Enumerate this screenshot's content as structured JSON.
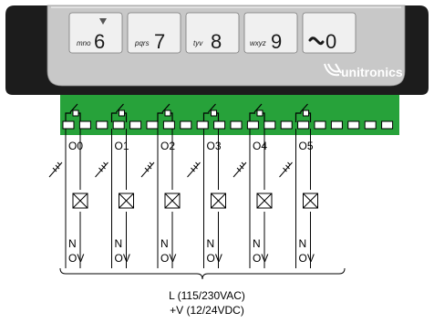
{
  "colors": {
    "panel": "#1c1c1c",
    "bezel": "#c8c8c8",
    "key_face": "#f0f0f0",
    "terminal_green": "#27a23a",
    "brand_text": "#ffffff",
    "line": "#000000"
  },
  "keypad": {
    "keys": [
      {
        "letters": "mno",
        "digit": "6",
        "has_arrow": true
      },
      {
        "letters": "pqrs",
        "digit": "7",
        "has_arrow": false
      },
      {
        "letters": "tyv",
        "digit": "8",
        "has_arrow": false
      },
      {
        "letters": "wxyz",
        "digit": "9",
        "has_arrow": false
      },
      {
        "letters": "",
        "digit": "0",
        "has_arrow": false,
        "icon": "space-dash-icon"
      }
    ]
  },
  "brand": {
    "name": "unitronics",
    "logo_icon": "unitronics-wing-logo-icon"
  },
  "outputs": [
    {
      "label": "O0"
    },
    {
      "label": "O1"
    },
    {
      "label": "O2"
    },
    {
      "label": "O3"
    },
    {
      "label": "O4"
    },
    {
      "label": "O5"
    }
  ],
  "load_return": {
    "neutral": "N",
    "ground": "OV"
  },
  "supply": {
    "line1": "L (115/230VAC)",
    "line2": "+V (12/24VDC)"
  },
  "icons": {
    "relay_contact": "relay-contact-icon",
    "load": "load-box-icon",
    "fuse": "fuse-icon"
  }
}
